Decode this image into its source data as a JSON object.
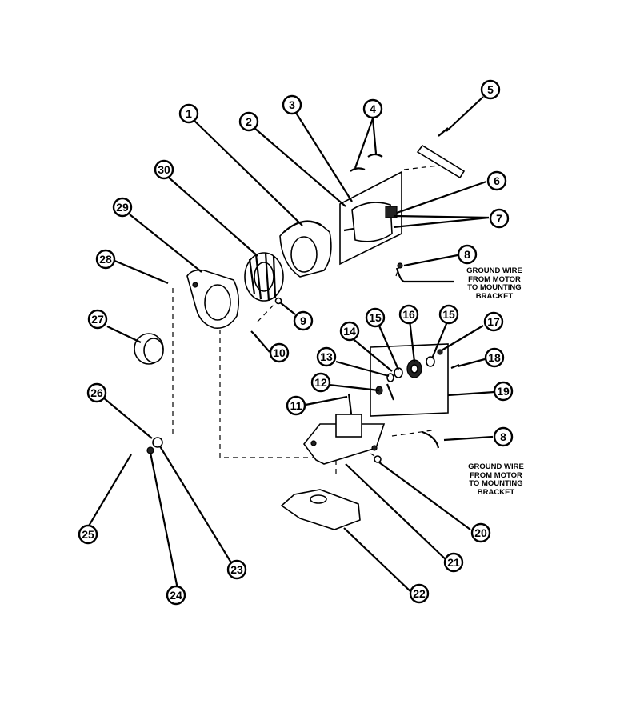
{
  "callouts": [
    {
      "label": "1"
    },
    {
      "label": "2"
    },
    {
      "label": "3"
    },
    {
      "label": "4"
    },
    {
      "label": "5"
    },
    {
      "label": "6"
    },
    {
      "label": "7"
    },
    {
      "label": "8"
    },
    {
      "label": "8"
    },
    {
      "label": "9"
    },
    {
      "label": "10"
    },
    {
      "label": "11"
    },
    {
      "label": "12"
    },
    {
      "label": "13"
    },
    {
      "label": "14"
    },
    {
      "label": "15"
    },
    {
      "label": "15"
    },
    {
      "label": "16"
    },
    {
      "label": "17"
    },
    {
      "label": "18"
    },
    {
      "label": "19"
    },
    {
      "label": "20"
    },
    {
      "label": "21"
    },
    {
      "label": "22"
    },
    {
      "label": "23"
    },
    {
      "label": "24"
    },
    {
      "label": "25"
    },
    {
      "label": "26"
    },
    {
      "label": "27"
    },
    {
      "label": "28"
    },
    {
      "label": "29"
    },
    {
      "label": "30"
    }
  ],
  "notes": {
    "ground_wire_top": [
      "GROUND WIRE",
      "FROM MOTOR",
      "TO MOUNTING",
      "BRACKET"
    ],
    "ground_wire_bottom": [
      "GROUND WIRE",
      "FROM MOTOR",
      "TO MOUNTING",
      "BRACKET"
    ]
  }
}
